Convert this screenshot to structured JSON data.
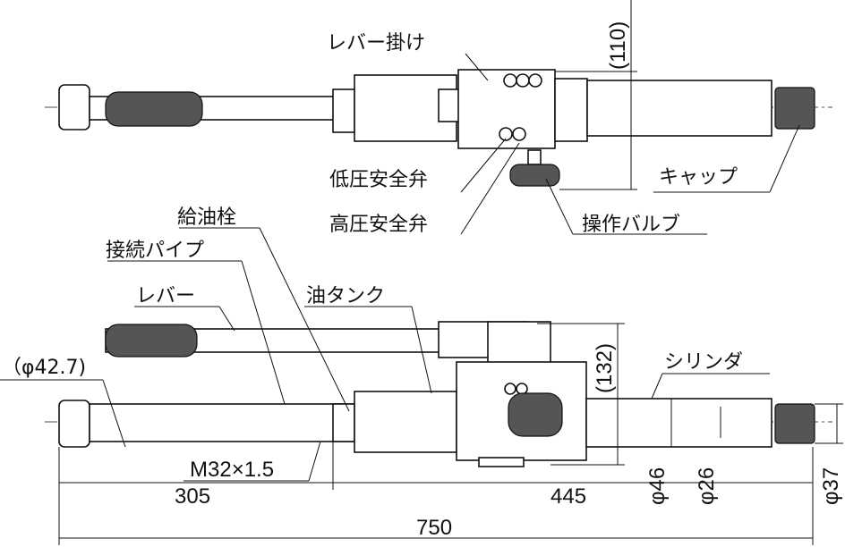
{
  "top_view": {
    "lever_hook": "レバー掛け",
    "dim_110": "(110)",
    "low_pressure_valve": "低圧安全弁",
    "high_pressure_valve": "高圧安全弁",
    "cap": "キャップ",
    "operation_valve": "操作バルブ"
  },
  "side_view": {
    "oil_plug": "給油栓",
    "connection_pipe": "接続パイプ",
    "lever": "レバー",
    "oil_tank": "油タンク",
    "dia_42_7": "（φ42.7)",
    "cylinder": "シリンダ",
    "dim_132": "(132)",
    "thread": "M32×1.5",
    "dim_305": "305",
    "dim_445": "445",
    "dim_750": "750",
    "dia_46": "φ46",
    "dia_26": "φ26",
    "dia_37": "φ37"
  }
}
